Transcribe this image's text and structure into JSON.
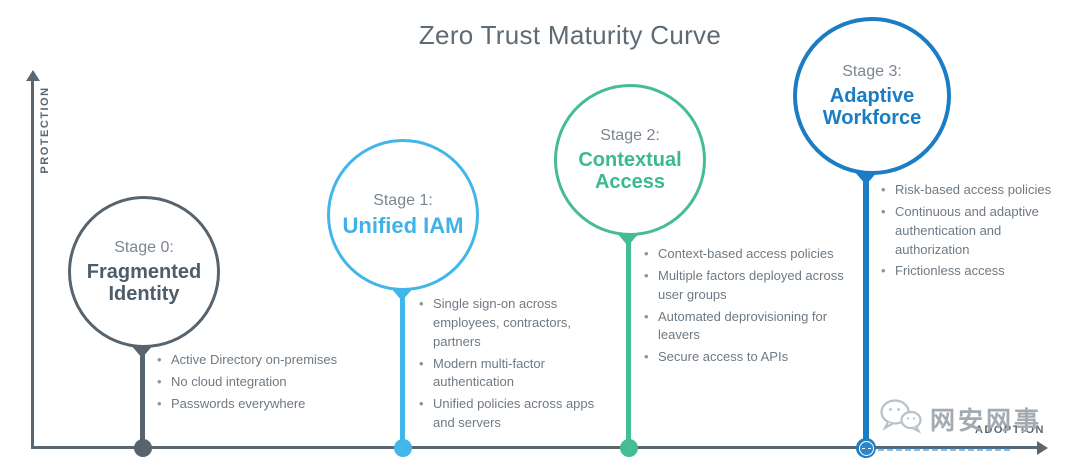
{
  "title": "Zero Trust Maturity Curve",
  "axes": {
    "y_label": "PROTECTION",
    "x_label": "ADOPTION"
  },
  "colors": {
    "axis": "#5B6770",
    "stage0": "#57646F",
    "stage1": "#43B6E9",
    "stage2": "#45BD92",
    "stage3": "#1B7DC4",
    "bullet_text": "#6E7A84",
    "stage_label": "#7B8690"
  },
  "stages": [
    {
      "label": "Stage 0:",
      "name": "Fragmented Identity",
      "color": "#57646F",
      "bullets": [
        "Active Directory on-premises",
        "No cloud integration",
        "Passwords everywhere"
      ]
    },
    {
      "label": "Stage 1:",
      "name": "Unified IAM",
      "color": "#43B6E9",
      "bullets": [
        "Single sign-on across employees, contractors, partners",
        "Modern multi-factor authentication",
        "Unified policies across apps and servers"
      ]
    },
    {
      "label": "Stage 2:",
      "name": "Contextual Access",
      "color": "#45BD92",
      "bullets": [
        "Context-based access policies",
        "Multiple factors deployed across user groups",
        "Automated deprovisioning for leavers",
        "Secure access to APIs"
      ]
    },
    {
      "label": "Stage 3:",
      "name": "Adaptive Workforce",
      "color": "#1B7DC4",
      "bullets": [
        "Risk-based access policies",
        "Continuous and adaptive authentication and authorization",
        "Frictionless access"
      ]
    }
  ],
  "watermark": {
    "text": "网安网事"
  }
}
